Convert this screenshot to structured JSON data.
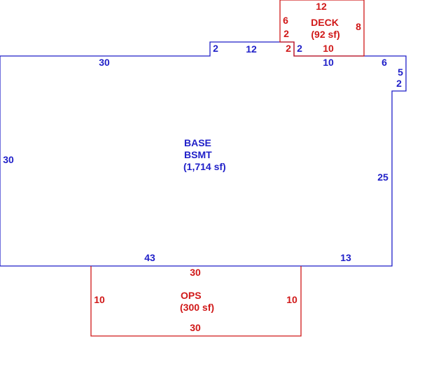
{
  "colors": {
    "base": "#1f1fc8",
    "addition": "#d01818",
    "background": "#ffffff"
  },
  "base": {
    "name": "BASE",
    "sub_name": "BSMT",
    "area": "(1,714 sf)",
    "dimensions": {
      "top_left": "30",
      "step_left": "2",
      "step_top": "12",
      "step_right": "2",
      "top_mid": "10",
      "top_right": "6",
      "notch_5": "5",
      "notch_2": "2",
      "left": "30",
      "right": "25",
      "bottom_left": "43",
      "bottom_right": "13"
    }
  },
  "deck": {
    "name": "DECK",
    "area": "(92 sf)",
    "dimensions": {
      "top": "12",
      "left_6": "6",
      "left_2": "2",
      "right": "8",
      "bottom": "10",
      "inner_2": "2"
    }
  },
  "ops": {
    "name": "OPS",
    "area": "(300 sf)",
    "dimensions": {
      "top": "30",
      "left": "10",
      "right": "10",
      "bottom": "30"
    }
  }
}
